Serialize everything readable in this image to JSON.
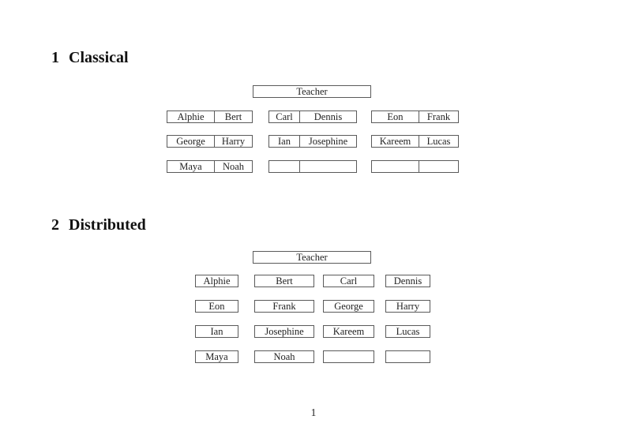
{
  "document": {
    "page_number": "1"
  },
  "classical": {
    "section_number": "1",
    "title": "Classical",
    "teacher_label": "Teacher",
    "desks": [
      {
        "left": "Alphie",
        "right": "Bert"
      },
      {
        "left": "Carl",
        "right": "Dennis"
      },
      {
        "left": "Eon",
        "right": "Frank"
      },
      {
        "left": "George",
        "right": "Harry"
      },
      {
        "left": "Ian",
        "right": "Josephine"
      },
      {
        "left": "Kareem",
        "right": "Lucas"
      },
      {
        "left": "Maya",
        "right": "Noah"
      },
      {
        "left": "",
        "right": ""
      },
      {
        "left": "",
        "right": ""
      }
    ]
  },
  "distributed": {
    "section_number": "2",
    "title": "Distributed",
    "teacher_label": "Teacher",
    "seats": [
      [
        "Alphie",
        "Bert",
        "Carl",
        "Dennis"
      ],
      [
        "Eon",
        "Frank",
        "George",
        "Harry"
      ],
      [
        "Ian",
        "Josephine",
        "Kareem",
        "Lucas"
      ],
      [
        "Maya",
        "Noah",
        "",
        ""
      ]
    ]
  }
}
